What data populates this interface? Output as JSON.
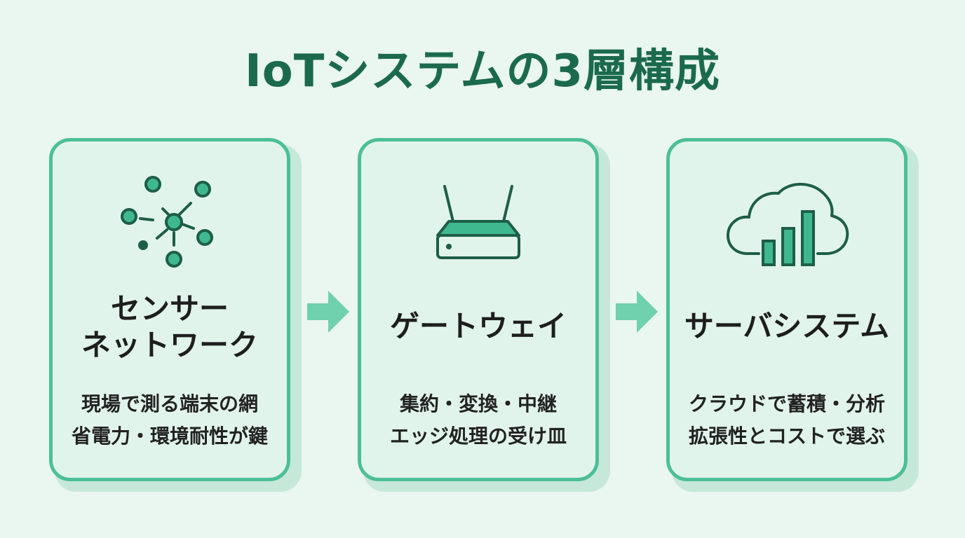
{
  "title": "IoTシステムの3層構成",
  "cards": [
    {
      "icon": "sensor-network-icon",
      "title_lines": [
        "センサー",
        "ネットワーク"
      ],
      "desc_lines": [
        "現場で測る端末の網",
        "省電力・環境耐性が鍵"
      ]
    },
    {
      "icon": "router-icon",
      "title_lines": [
        "ゲートウェイ"
      ],
      "desc_lines": [
        "集約・変換・中継",
        "エッジ処理の受け皿"
      ]
    },
    {
      "icon": "cloud-chart-icon",
      "title_lines": [
        "サーバシステム"
      ],
      "desc_lines": [
        "クラウドで蓄積・分析",
        "拡張性とコストで選ぶ"
      ]
    }
  ],
  "colors": {
    "background": "#eaf6f0",
    "title": "#1b6a4e",
    "card_border": "#4cbf98",
    "card_fill": "#e1f4ec",
    "icon_stroke": "#1d5e48",
    "icon_fill": "#3fb88f",
    "arrow": "#6fd1ad"
  }
}
